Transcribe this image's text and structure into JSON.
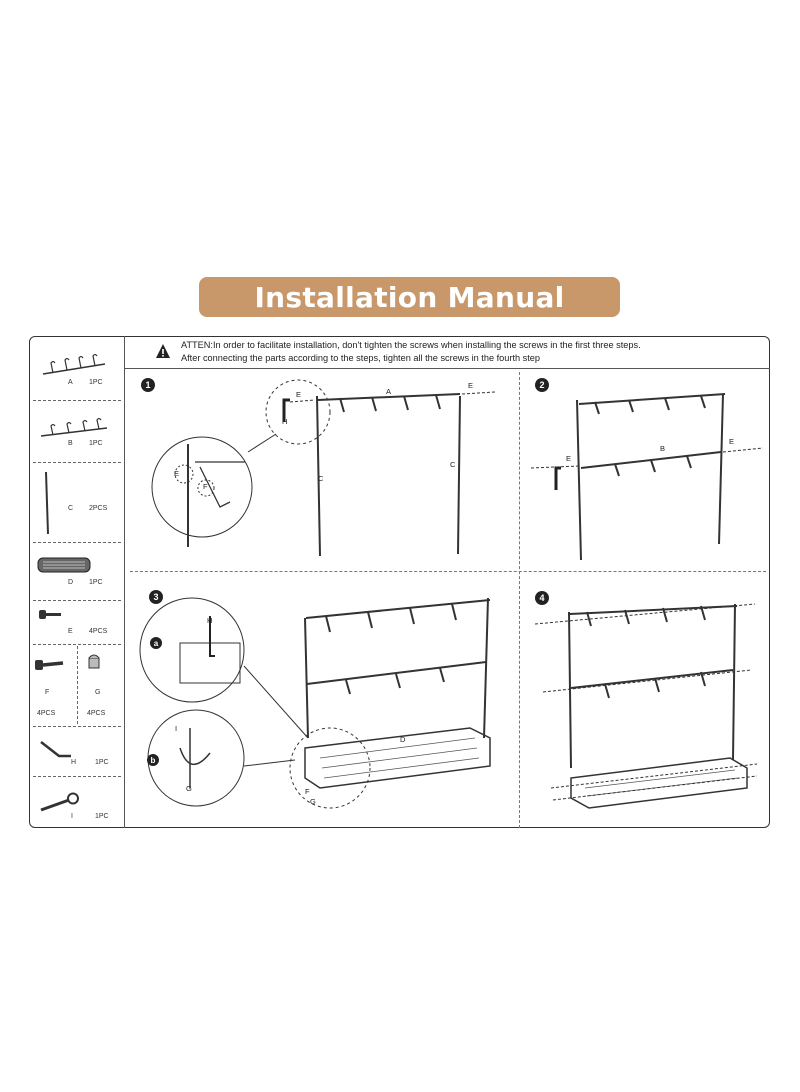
{
  "title": "Installation Manual",
  "attention": {
    "line1": "ATTEN:In order to facilitate installation, don't tighten the screws when installing the screws in the first three steps.",
    "line2": "After connecting the parts according to the steps, tighten all the screws in the fourth step"
  },
  "parts": [
    {
      "letter": "A",
      "qty": "1PC"
    },
    {
      "letter": "B",
      "qty": "1PC"
    },
    {
      "letter": "C",
      "qty": "2PCS"
    },
    {
      "letter": "D",
      "qty": "1PC"
    },
    {
      "letter": "E",
      "qty": "4PCS"
    },
    {
      "letter": "F",
      "qty": "4PCS"
    },
    {
      "letter": "G",
      "qty": "4PCS"
    },
    {
      "letter": "H",
      "qty": "1PC"
    },
    {
      "letter": "I",
      "qty": "1PC"
    }
  ],
  "steps": [
    {
      "number": "1",
      "labels": {
        "e1": "E",
        "h": "H",
        "a": "A",
        "e2": "E",
        "c1": "C",
        "c2": "C",
        "ez": "E",
        "fz": "F"
      }
    },
    {
      "number": "2",
      "labels": {
        "e1": "E",
        "b": "B",
        "e2": "E"
      }
    },
    {
      "number": "3",
      "labels": {
        "a": "a",
        "b": "b",
        "h": "H",
        "i": "I",
        "g1": "G",
        "d": "D",
        "f": "F",
        "g2": "G"
      }
    },
    {
      "number": "4"
    }
  ],
  "icons": {
    "warning": "warning-triangle-icon"
  }
}
